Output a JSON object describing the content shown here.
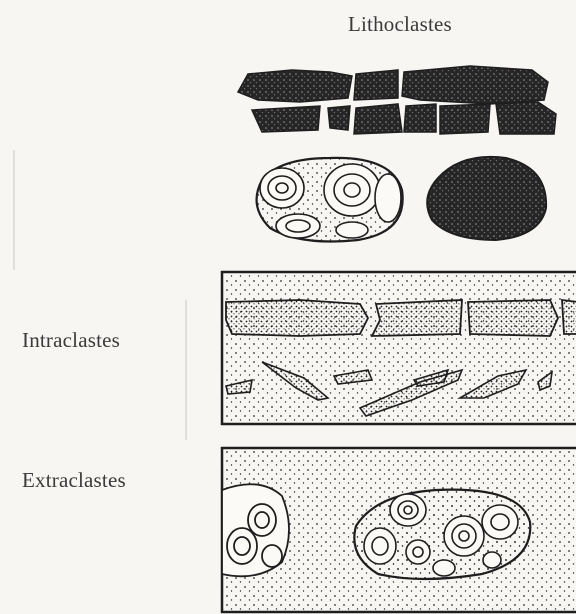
{
  "labels": {
    "lithoclastes": "Lithoclastes",
    "intraclastes": "Intraclastes",
    "extraclastes": "Extraclastes"
  },
  "colors": {
    "ink": "#1e1e1e",
    "paper": "#f7f6f3",
    "fill": "#fbfaf7"
  }
}
